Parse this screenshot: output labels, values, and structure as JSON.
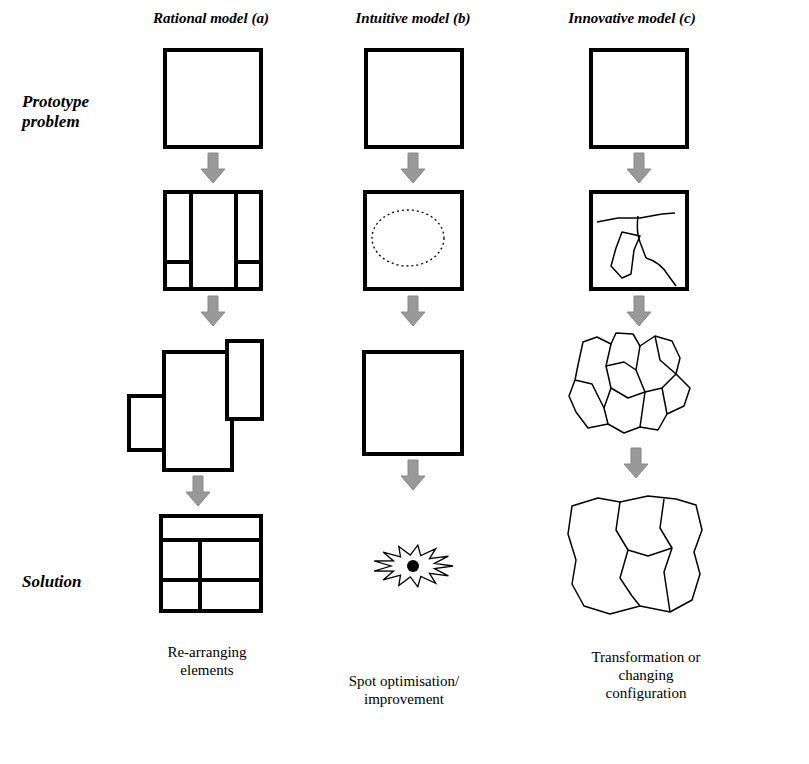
{
  "diagram": {
    "labels": [
      "Rational model (a)",
      "Intuitive model (b)",
      "Innovative model (c)",
      "Prototype problem",
      "Solution",
      "Re-arranging elements",
      "Spot optimisation/ improvement",
      "Transformation or changing configuration"
    ]
  }
}
